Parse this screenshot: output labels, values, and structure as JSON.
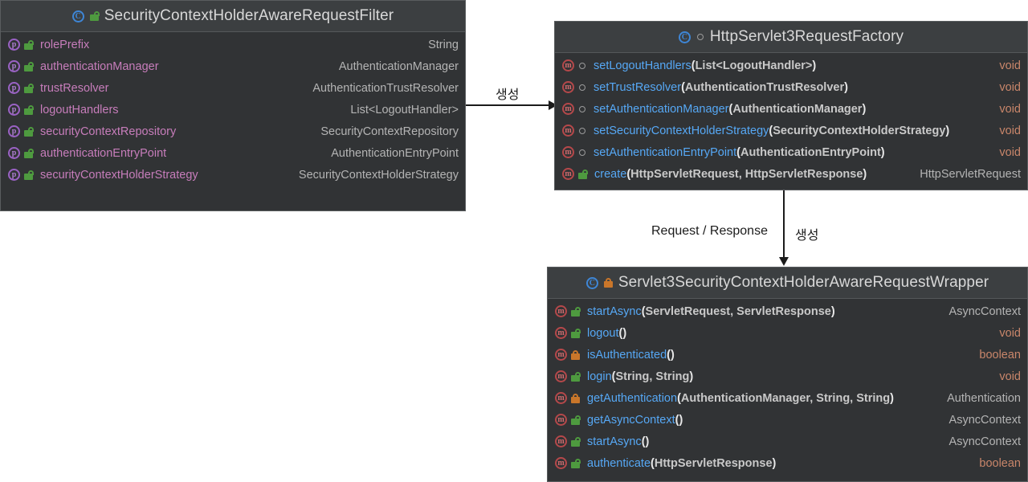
{
  "diagram": {
    "type": "uml-class-diagram",
    "background": "#ffffff",
    "colors": {
      "box_body": "#313335",
      "box_header": "#3c3f41",
      "field_name": "#c77dbb",
      "method_name": "#56a8f5",
      "type_text": "#b4b4b4",
      "keyword_type": "#c9866a",
      "connector": "#1b1b1b"
    }
  },
  "classes": [
    {
      "id": "filter",
      "title": "SecurityContextHolderAwareRequestFilter",
      "class_icon": "class-icon",
      "visibility_icon": "lock-open-icon",
      "members": [
        {
          "kind": "field",
          "member_icon": "field-icon",
          "visibility_icon": "lock-open-icon",
          "name": "rolePrefix",
          "params": "",
          "type": "String",
          "type_style": "plain"
        },
        {
          "kind": "field",
          "member_icon": "field-icon",
          "visibility_icon": "lock-open-icon",
          "name": "authenticationManager",
          "params": "",
          "type": "AuthenticationManager",
          "type_style": "plain"
        },
        {
          "kind": "field",
          "member_icon": "field-icon",
          "visibility_icon": "lock-open-icon",
          "name": "trustResolver",
          "params": "",
          "type": "AuthenticationTrustResolver",
          "type_style": "plain"
        },
        {
          "kind": "field",
          "member_icon": "field-icon",
          "visibility_icon": "lock-open-icon",
          "name": "logoutHandlers",
          "params": "",
          "type": "List<LogoutHandler>",
          "type_style": "plain"
        },
        {
          "kind": "field",
          "member_icon": "field-icon",
          "visibility_icon": "lock-open-icon",
          "name": "securityContextRepository",
          "params": "",
          "type": "SecurityContextRepository",
          "type_style": "plain"
        },
        {
          "kind": "field",
          "member_icon": "field-icon",
          "visibility_icon": "lock-open-icon",
          "name": "authenticationEntryPoint",
          "params": "",
          "type": "AuthenticationEntryPoint",
          "type_style": "plain"
        },
        {
          "kind": "field",
          "member_icon": "field-icon",
          "visibility_icon": "lock-open-icon",
          "name": "securityContextHolderStrategy",
          "params": "",
          "type": "SecurityContextHolderStrategy",
          "type_style": "plain"
        }
      ]
    },
    {
      "id": "factory",
      "title": "HttpServlet3RequestFactory",
      "class_icon": "class-icon",
      "visibility_icon": "package-private-icon",
      "members": [
        {
          "kind": "method",
          "member_icon": "method-icon",
          "visibility_icon": "package-private-icon",
          "name": "setLogoutHandlers",
          "params": "(List<LogoutHandler>)",
          "type": "void",
          "type_style": "keyword"
        },
        {
          "kind": "method",
          "member_icon": "method-icon",
          "visibility_icon": "package-private-icon",
          "name": "setTrustResolver",
          "params": "(AuthenticationTrustResolver)",
          "type": "void",
          "type_style": "keyword"
        },
        {
          "kind": "method",
          "member_icon": "method-icon",
          "visibility_icon": "package-private-icon",
          "name": "setAuthenticationManager",
          "params": "(AuthenticationManager)",
          "type": "void",
          "type_style": "keyword"
        },
        {
          "kind": "method",
          "member_icon": "method-icon",
          "visibility_icon": "package-private-icon",
          "name": "setSecurityContextHolderStrategy",
          "params": "(SecurityContextHolderStrategy)",
          "type": "void",
          "type_style": "keyword"
        },
        {
          "kind": "method",
          "member_icon": "method-icon",
          "visibility_icon": "package-private-icon",
          "name": "setAuthenticationEntryPoint",
          "params": "(AuthenticationEntryPoint)",
          "type": "void",
          "type_style": "keyword"
        },
        {
          "kind": "method",
          "member_icon": "method-icon",
          "visibility_icon": "lock-open-icon",
          "name": "create",
          "params": "(HttpServletRequest, HttpServletResponse)",
          "type": "HttpServletRequest",
          "type_style": "plain"
        }
      ]
    },
    {
      "id": "wrapper",
      "title": "Servlet3SecurityContextHolderAwareRequestWrapper",
      "class_icon": "class-icon",
      "visibility_icon": "lock-closed-icon",
      "members": [
        {
          "kind": "method",
          "member_icon": "method-icon",
          "visibility_icon": "lock-open-icon",
          "name": "startAsync",
          "params": "(ServletRequest, ServletResponse)",
          "type": "AsyncContext",
          "type_style": "plain"
        },
        {
          "kind": "method",
          "member_icon": "method-icon",
          "visibility_icon": "lock-open-icon",
          "name": "logout",
          "params": "()",
          "type": "void",
          "type_style": "keyword"
        },
        {
          "kind": "method",
          "member_icon": "method-icon",
          "visibility_icon": "lock-closed-icon",
          "name": "isAuthenticated",
          "params": "()",
          "type": "boolean",
          "type_style": "keyword"
        },
        {
          "kind": "method",
          "member_icon": "method-icon",
          "visibility_icon": "lock-open-icon",
          "name": "login",
          "params": "(String, String)",
          "type": "void",
          "type_style": "keyword"
        },
        {
          "kind": "method",
          "member_icon": "method-icon",
          "visibility_icon": "lock-closed-icon",
          "name": "getAuthentication",
          "params": "(AuthenticationManager, String, String)",
          "type": "Authentication",
          "type_style": "plain"
        },
        {
          "kind": "method",
          "member_icon": "method-icon",
          "visibility_icon": "lock-open-icon",
          "name": "getAsyncContext",
          "params": "()",
          "type": "AsyncContext",
          "type_style": "plain"
        },
        {
          "kind": "method",
          "member_icon": "method-icon",
          "visibility_icon": "lock-open-icon",
          "name": "startAsync",
          "params": "()",
          "type": "AsyncContext",
          "type_style": "plain"
        },
        {
          "kind": "method",
          "member_icon": "method-icon",
          "visibility_icon": "lock-open-icon",
          "name": "authenticate",
          "params": "(HttpServletResponse)",
          "type": "boolean",
          "type_style": "keyword"
        }
      ]
    }
  ],
  "connectors": [
    {
      "id": "filter-to-factory",
      "label": "생성",
      "direction": "right"
    },
    {
      "id": "factory-to-wrapper",
      "label": "생성",
      "direction": "down"
    },
    {
      "id": "request-response",
      "label": "Request / Response",
      "direction": "none"
    }
  ]
}
